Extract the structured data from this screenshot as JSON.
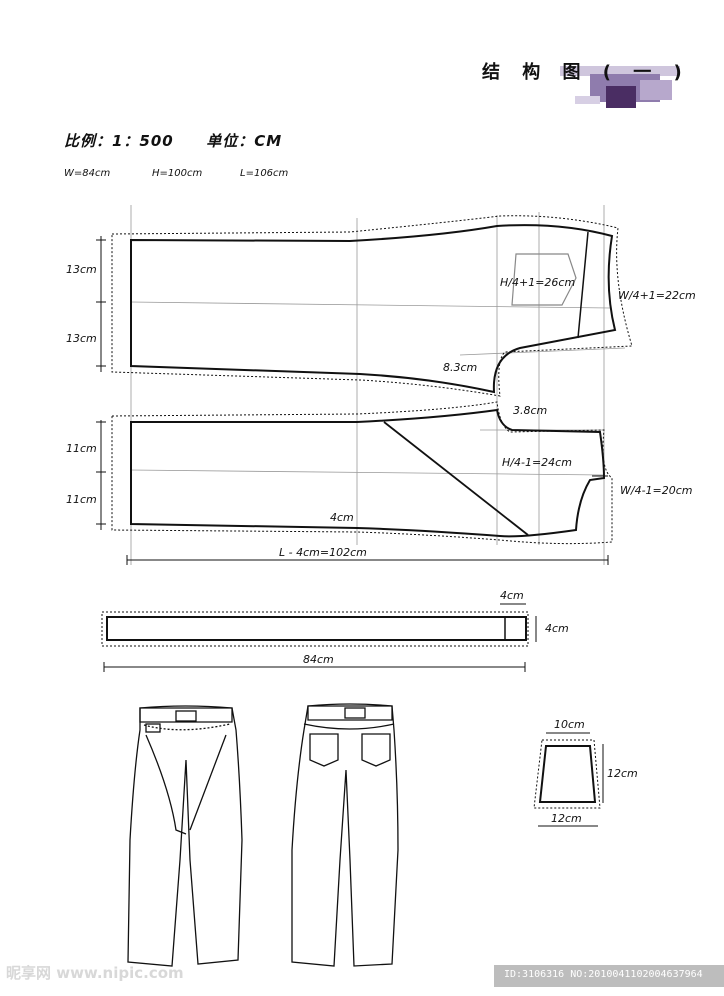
{
  "header": {
    "title": "结 构 图 ( 一 )",
    "scale_label": "比例：1：500",
    "unit_label": "单位：CM",
    "measurements": [
      "W=84cm",
      "H=100cm",
      "L=106cm"
    ]
  },
  "front_panel_labels": {
    "left_top": "13cm",
    "left_bottom": "13cm",
    "pocket": "H/4+1=26cm",
    "waist": "W/4+1=22cm",
    "crotch": "8.3cm"
  },
  "back_panel_labels": {
    "crotch": "3.8cm",
    "left_top": "11cm",
    "left_bottom": "11cm",
    "hip": "H/4-1=24cm",
    "waist": "W/4-1=20cm",
    "hem": "4cm",
    "length": "L - 4cm=102cm"
  },
  "waistband_labels": {
    "end_width": "4cm",
    "height": "4cm",
    "length": "84cm"
  },
  "pocket_labels": {
    "top": "10cm",
    "side": "12cm",
    "bottom": "12cm"
  },
  "footer": {
    "watermark": "昵享网 www.nipic.com",
    "id_text": "ID:3106316 NO:20100411020046​37964"
  },
  "colors": {
    "line": "#111111",
    "guide": "#9a9a9a",
    "accent_purple": "#6b4c8c"
  }
}
